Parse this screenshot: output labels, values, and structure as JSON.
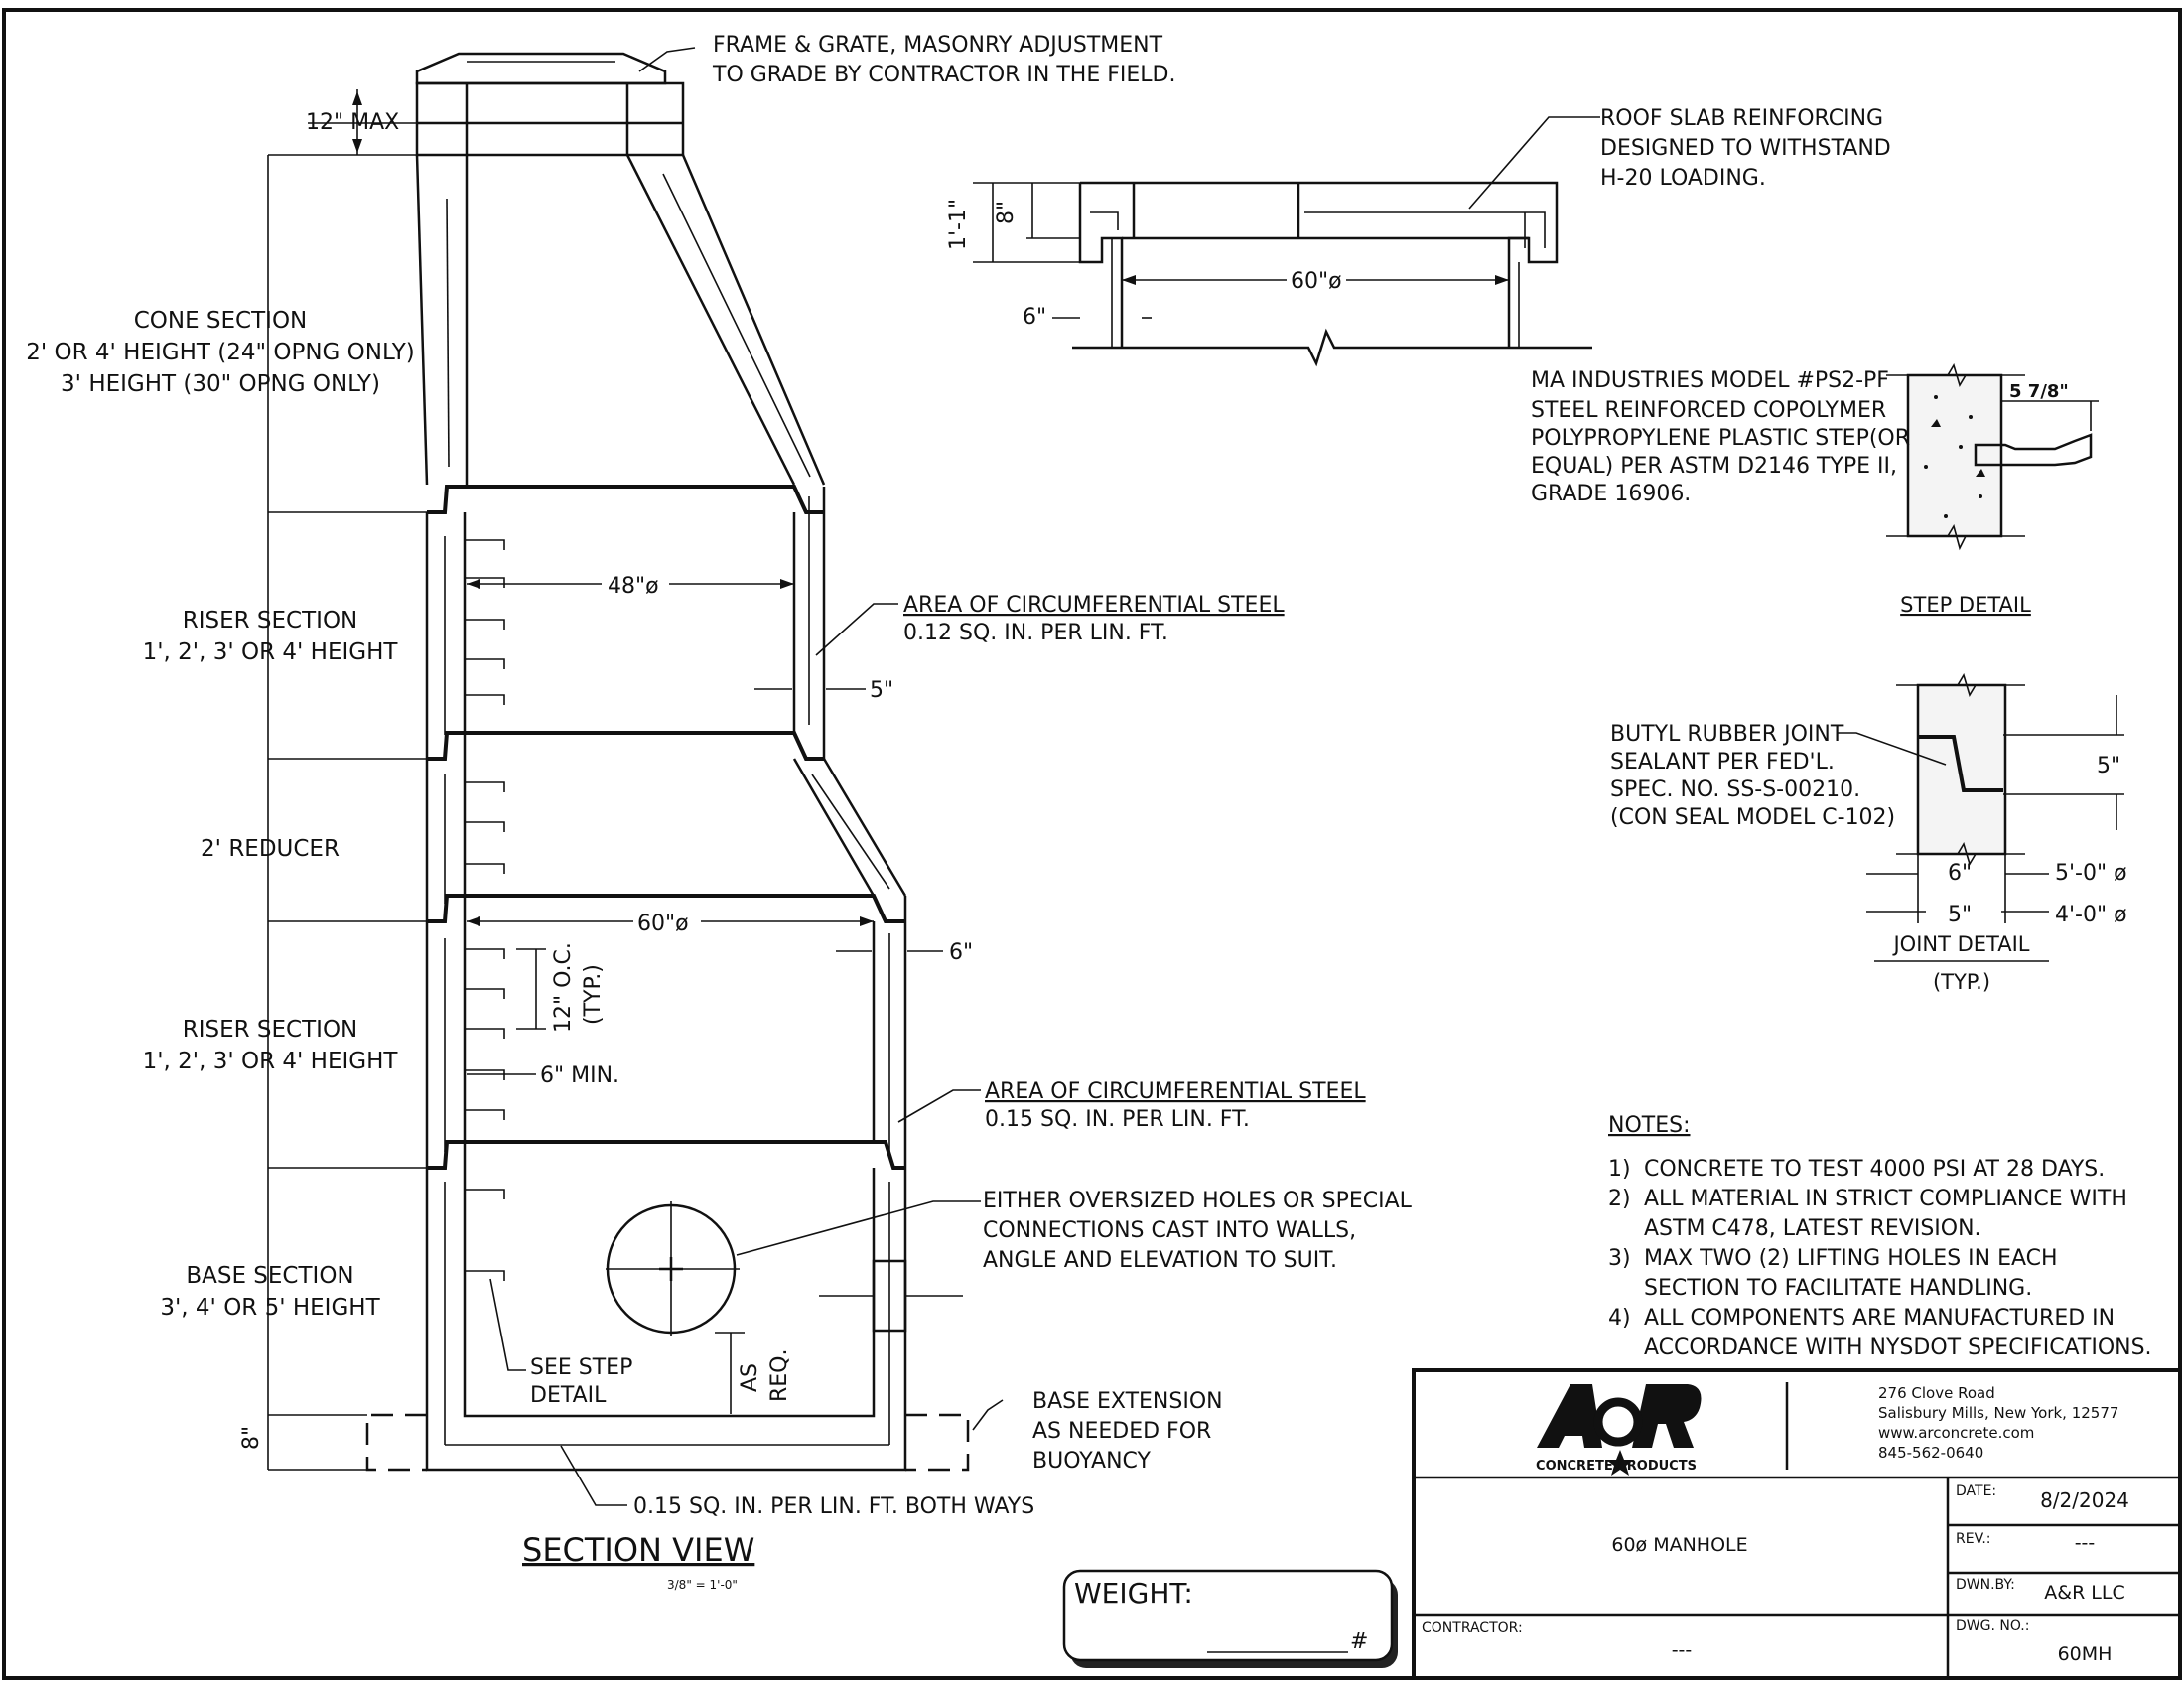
{
  "frame_note": [
    "FRAME & GRATE, MASONRY ADJUSTMENT",
    "TO GRADE BY CONTRACTOR IN THE FIELD."
  ],
  "dims": {
    "max12": "12\" MAX",
    "d48": "48\"ø",
    "d60": "60\"ø",
    "wall5": "5\"",
    "wall6": "6\"",
    "oc12": "12\" O.C.",
    "typ": "(TYP.)",
    "min6": "6\" MIN.",
    "base8": "8\"",
    "as_req_1": "AS",
    "as_req_2": "REQ."
  },
  "sections": {
    "cone": [
      "CONE SECTION",
      "2' OR 4' HEIGHT (24\" OPNG ONLY)",
      "3' HEIGHT (30\" OPNG ONLY)"
    ],
    "riser1": [
      "RISER SECTION",
      "1', 2', 3' OR 4' HEIGHT"
    ],
    "reducer": [
      "2' REDUCER"
    ],
    "riser2": [
      "RISER SECTION",
      "1', 2', 3' OR 4' HEIGHT"
    ],
    "base": [
      "BASE SECTION",
      "3', 4' OR 5' HEIGHT"
    ]
  },
  "callouts": {
    "steel_012_title": "AREA OF CIRCUMFERENTIAL STEEL",
    "steel_012_value": "0.12 SQ. IN. PER LIN. FT.",
    "steel_015_title": "AREA OF CIRCUMFERENTIAL STEEL",
    "steel_015_value": "0.15 SQ. IN. PER LIN. FT.",
    "holes": [
      "EITHER OVERSIZED HOLES OR SPECIAL",
      "CONNECTIONS CAST INTO WALLS,",
      "ANGLE AND ELEVATION TO SUIT."
    ],
    "see_step": [
      "SEE STEP",
      "DETAIL"
    ],
    "base_ext": [
      "BASE EXTENSION",
      "AS NEEDED FOR",
      "BUOYANCY"
    ],
    "base_steel": "0.15 SQ. IN. PER LIN. FT. BOTH WAYS"
  },
  "section_view": {
    "title": "SECTION VIEW",
    "scale": "3/8\" = 1'-0\""
  },
  "weight": {
    "label": "WEIGHT:",
    "unit": "#"
  },
  "roof_slab": {
    "note": [
      "ROOF SLAB REINFORCING",
      "DESIGNED TO WITHSTAND",
      "H-20 LOADING."
    ],
    "h_total": "1'-1\"",
    "h_inner": "8\"",
    "dia": "60\"ø",
    "wall": "6\""
  },
  "step": {
    "note": [
      "MA INDUSTRIES MODEL #PS2-PF",
      "STEEL REINFORCED COPOLYMER",
      "POLYPROPYLENE PLASTIC STEP(OR",
      "EQUAL) PER ASTM D2146 TYPE II,",
      "GRADE 16906."
    ],
    "dim": "5 7/8\"",
    "title": "STEP DETAIL"
  },
  "joint": {
    "note": [
      "BUTYL RUBBER JOINT",
      "SEALANT PER FED'L.",
      "SPEC. NO. SS-S-00210.",
      "(CON SEAL MODEL C-102)"
    ],
    "dim5v": "5\"",
    "row1_left": "6\"",
    "row1_right": "5'-0\" ø",
    "row2_left": "5\"",
    "row2_right": "4'-0\" ø",
    "title": "JOINT DETAIL",
    "sub": "(TYP.)"
  },
  "notes": {
    "title": "NOTES:",
    "items": [
      [
        "1)",
        "CONCRETE TO TEST 4000 PSI AT 28 DAYS."
      ],
      [
        "2)",
        "ALL MATERIAL IN STRICT COMPLIANCE WITH"
      ],
      [
        "",
        "ASTM C478, LATEST REVISION."
      ],
      [
        "3)",
        "MAX TWO (2) LIFTING HOLES IN EACH"
      ],
      [
        "",
        "SECTION TO FACILITATE HANDLING."
      ],
      [
        "4)",
        "ALL COMPONENTS ARE MANUFACTURED IN"
      ],
      [
        "",
        "ACCORDANCE WITH NYSDOT SPECIFICATIONS."
      ]
    ]
  },
  "title_block": {
    "logo_text": "A&R",
    "logo_sub": "CONCRETE PRODUCTS",
    "address": [
      "276 Clove Road",
      "Salisbury Mills, New York, 12577",
      "www.arconcrete.com",
      "845-562-0640"
    ],
    "drawing_title": "60ø MANHOLE",
    "date_label": "DATE:",
    "date": "8/2/2024",
    "rev_label": "REV.:",
    "rev": "---",
    "dwnby_label": "DWN.BY:",
    "dwnby": "A&R LLC",
    "contractor_label": "CONTRACTOR:",
    "contractor": "---",
    "dwgno_label": "DWG. NO.:",
    "dwgno": "60MH"
  }
}
